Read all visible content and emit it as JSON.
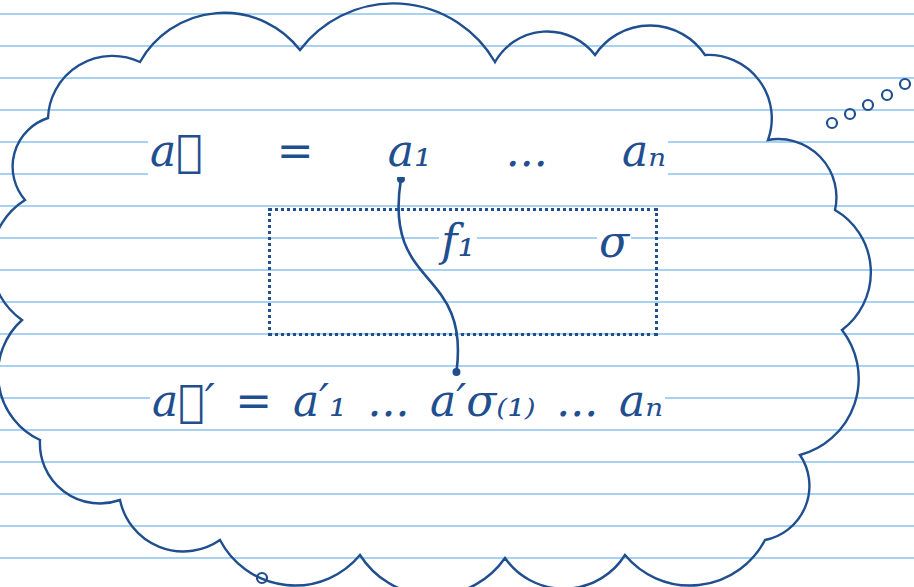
{
  "diagram": {
    "nodes": [
      {
        "text": [
          "a⃗ = a₁ ... aₙ",
          "a⃗′ = a′₁ ... a′σ₍₁₎ ... aₙ"
        ]
      },
      {
        "text": [
          "σ"
        ],
        "in": 0
      }
    ],
    "labels": [
      "f₁"
    ]
  }
}
